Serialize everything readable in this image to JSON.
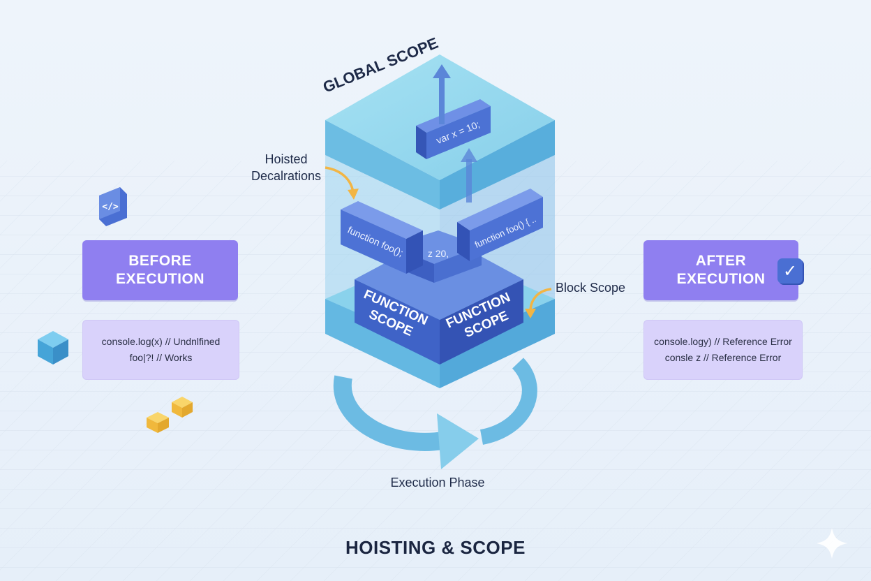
{
  "global_scope_label": "GLOBAL SCOPE",
  "var_declaration": "var x = 10;",
  "hoisted_label": "Hoisted\nDecalrations",
  "function_call_block": "function foo();",
  "function_decl_block": "function foo() { ..",
  "center_value": "z 20,",
  "function_scope_left": "FUNCTION\nSCOPE",
  "function_scope_right": "FUNCTION\nSCOPE",
  "block_scope_label": "Block Scope",
  "execution_phase_label": "Execution Phase",
  "before": {
    "title": "BEFORE\nEXECUTION",
    "line1": "console.log(x) // Undnlfined",
    "line2": "foo|?! // Works"
  },
  "after": {
    "title": "AFTER\nEXECUTION",
    "line1": "console.logy) // Reference Error",
    "line2": "consle z // Reference Error"
  },
  "main_title": "HOISTING & SCOPE",
  "icons": [
    "code-icon",
    "checkmark-icon",
    "cube-icon",
    "sparkle-icon"
  ],
  "colors": {
    "accent_purple": "#8f7ff0",
    "code_box": "#d9d2fb",
    "blue_block": "#4f78d6",
    "cyan_slab": "#7fd0ea",
    "orange_arrow": "#f2b544"
  }
}
